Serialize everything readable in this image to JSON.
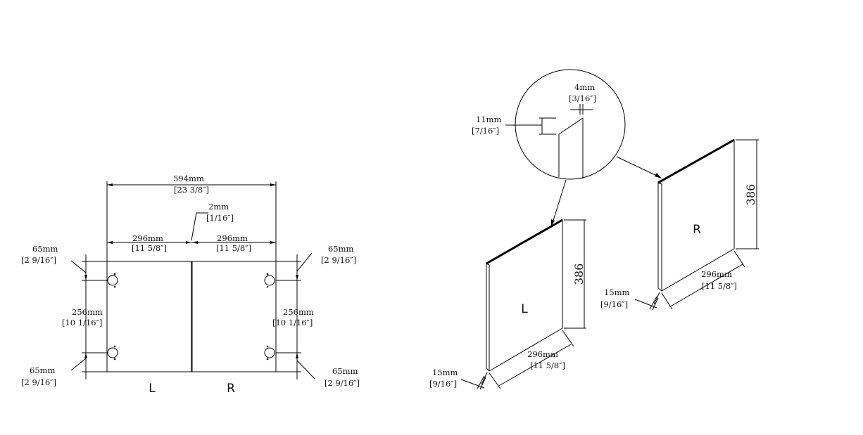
{
  "front_view": {
    "overall_width": {
      "mm": "594mm",
      "inch": "[23 3/8″]"
    },
    "gap": {
      "mm": "2mm",
      "inch": "[1/16″]"
    },
    "left_width": {
      "mm": "296mm",
      "inch": "[11 5/8″]"
    },
    "right_width": {
      "mm": "296mm",
      "inch": "[11 5/8″]"
    },
    "top_left_offset": {
      "mm": "65mm",
      "inch": "[2 9/16″]"
    },
    "top_right_offset": {
      "mm": "65mm",
      "inch": "[2 9/16″]"
    },
    "left_hinge_spacing": {
      "mm": "256mm",
      "inch": "[10 1/16″]"
    },
    "right_hinge_spacing": {
      "mm": "256mm",
      "inch": "[10 1/16″]"
    },
    "bottom_left_offset": {
      "mm": "65mm",
      "inch": "[2 9/16″]"
    },
    "bottom_right_offset": {
      "mm": "65mm",
      "inch": "[2 9/16″]"
    },
    "left_label": "L",
    "right_label": "R"
  },
  "detail_view": {
    "edge_offset": {
      "mm": "4mm",
      "inch": "[3/16″]"
    },
    "chamfer_height": {
      "mm": "11mm",
      "inch": "[7/16″]"
    }
  },
  "panel_L": {
    "label": "L",
    "height": "386",
    "width": {
      "mm": "296mm",
      "inch": "[11 5/8″]"
    },
    "thickness": {
      "mm": "15mm",
      "inch": "[9/16″]"
    }
  },
  "panel_R": {
    "label": "R",
    "height": "386",
    "width": {
      "mm": "296mm",
      "inch": "[11 5/8″]"
    },
    "thickness": {
      "mm": "15mm",
      "inch": "[9/16″]"
    }
  }
}
